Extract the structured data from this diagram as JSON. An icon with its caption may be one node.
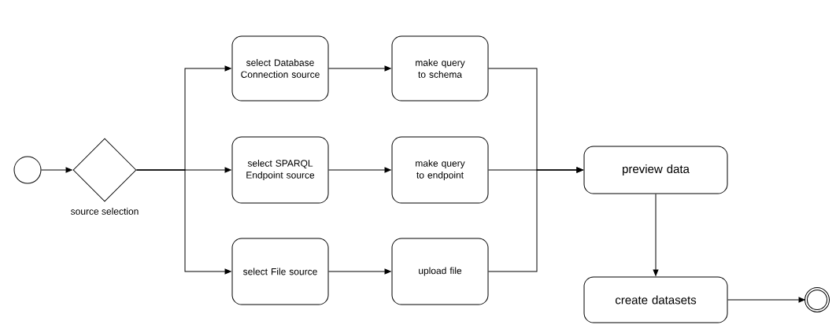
{
  "diagram": {
    "nodes": [
      {
        "text": [],
        "shape": "circle"
      },
      {
        "text": [],
        "shape": "diamond",
        "beside": [
          "source selection"
        ]
      },
      {
        "text": [
          "select Database Connection source"
        ]
      },
      {
        "text": [
          "select SPARQL Endpoint source"
        ]
      },
      {
        "text": [
          "select File source"
        ]
      },
      {
        "text": [
          "make query to schema"
        ]
      },
      {
        "text": [
          "make query to endpoint"
        ]
      },
      {
        "text": [
          "upload file"
        ]
      },
      {
        "text": [
          "preview data"
        ]
      },
      {
        "text": [
          "create datasets"
        ]
      },
      {
        "text": [],
        "shape": "circle"
      }
    ],
    "edges": [
      {
        "from": 0,
        "to": 1,
        "arrow": "to"
      },
      {
        "from": 1,
        "to": 2,
        "arrow": "to"
      },
      {
        "from": 1,
        "to": 3,
        "arrow": "to"
      },
      {
        "from": 1,
        "to": 4,
        "arrow": "to"
      },
      {
        "from": 2,
        "to": 5,
        "arrow": "to"
      },
      {
        "from": 3,
        "to": 6,
        "arrow": "to"
      },
      {
        "from": 4,
        "to": 7,
        "arrow": "to"
      },
      {
        "from": 5,
        "to": 8,
        "arrow": "to"
      },
      {
        "from": 6,
        "to": 8,
        "arrow": "to"
      },
      {
        "from": 7,
        "to": 8,
        "arrow": "to"
      },
      {
        "from": 8,
        "to": 9,
        "arrow": "to"
      },
      {
        "from": 9,
        "to": 10,
        "arrow": "to"
      }
    ]
  }
}
